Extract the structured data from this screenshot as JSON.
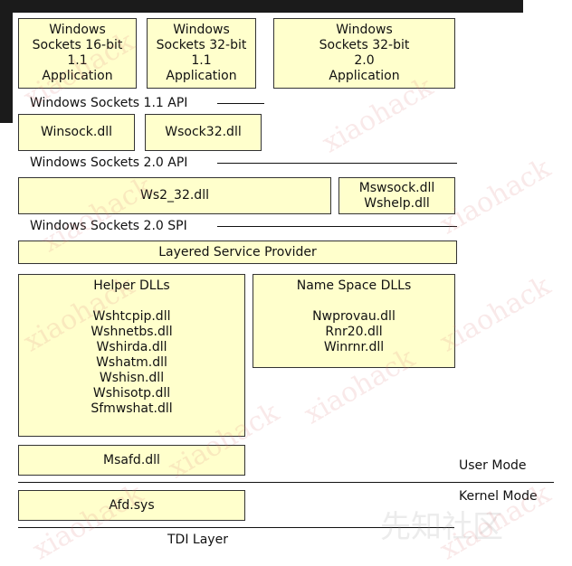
{
  "apps": [
    {
      "lines": [
        "Windows",
        "Sockets 16-bit",
        "1.1",
        "Application"
      ]
    },
    {
      "lines": [
        "Windows",
        "Sockets 32-bit",
        "1.1",
        "Application"
      ]
    },
    {
      "lines": [
        "Windows",
        "Sockets 32-bit",
        "2.0",
        "Application"
      ]
    }
  ],
  "layers": {
    "api11": "Windows Sockets 1.1 API",
    "api20": "Windows Sockets 2.0 API",
    "spi20": "Windows Sockets 2.0 SPI",
    "tdi": "TDI Layer",
    "user_mode": "User Mode",
    "kernel_mode": "Kernel Mode"
  },
  "dlls": {
    "winsock": "Winsock.dll",
    "wsock32": "Wsock32.dll",
    "ws2_32": "Ws2_32.dll",
    "mswsock": "Mswsock.dll",
    "wshelp": "Wshelp.dll",
    "lsp": "Layered Service Provider",
    "msafd": "Msafd.dll",
    "afd": "Afd.sys"
  },
  "helper": {
    "title": "Helper DLLs",
    "items": [
      "Wshtcpip.dll",
      "Wshnetbs.dll",
      "Wshirda.dll",
      "Wshatm.dll",
      "Wshisn.dll",
      "Wshisotp.dll",
      "Sfmwshat.dll"
    ]
  },
  "namespace": {
    "title": "Name Space DLLs",
    "items": [
      "Nwprovau.dll",
      "Rnr20.dll",
      "Winrnr.dll"
    ]
  },
  "watermark": {
    "text": "xiaohack",
    "logo": "先知社区"
  }
}
